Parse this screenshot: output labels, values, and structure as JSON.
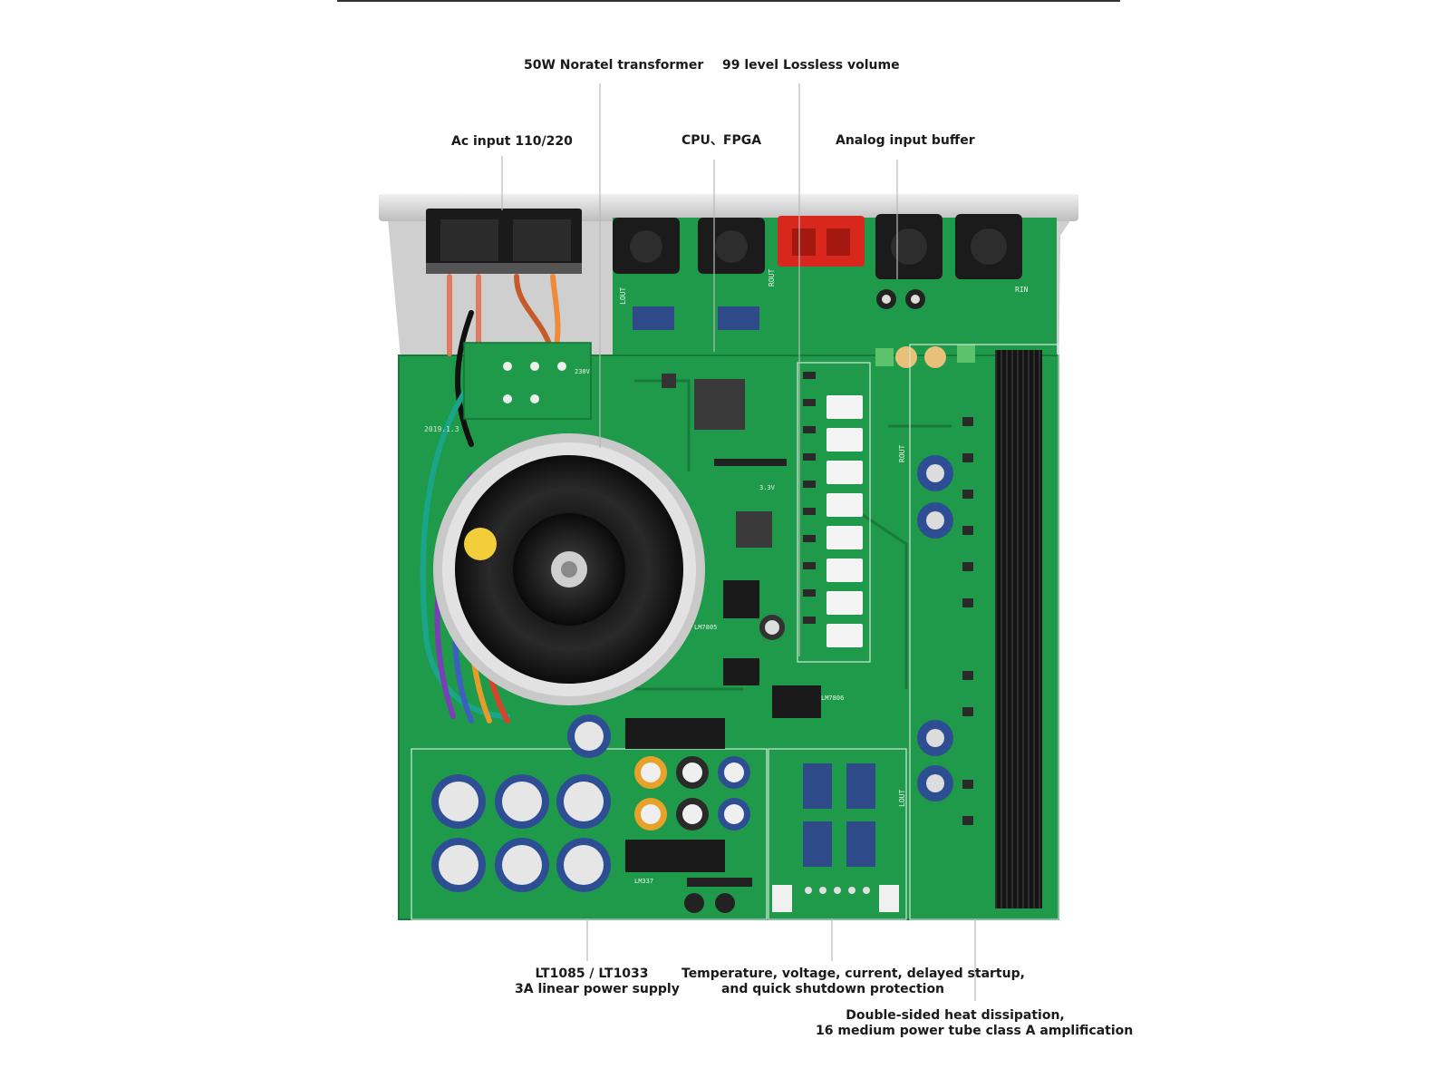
{
  "diagram": {
    "callouts": {
      "transformer": "50W Noratel transformer",
      "volume": "99 level Lossless volume",
      "ac_input": "Ac input 110/220",
      "cpu_fpga": "CPU、FPGA",
      "analog_buffer": "Analog input buffer",
      "power_supply_line1": "LT1085 / LT1033",
      "power_supply_line2": "3A linear power supply",
      "protection_line1": "Temperature, voltage, current, delayed startup,",
      "protection_line2": "and quick shutdown protection",
      "heat_line1": "Double-sided heat dissipation,",
      "heat_line2": "16 medium power tube class A amplification"
    },
    "board_labels": {
      "rout": "ROUT",
      "lout": "LOUT",
      "rin": "RIN",
      "v230": "230V",
      "lm7805": "LM7805",
      "lm7806": "LM7806",
      "lm337": "LM337",
      "v33": "3.3V",
      "date": "2019.1.3"
    }
  },
  "colors": {
    "pcb": "#1f9a4a",
    "pcb_dark": "#177a3a",
    "chassis": "#d9d9d9",
    "rca_red": "#d8281d",
    "heatsink": "#1b1b1b"
  }
}
